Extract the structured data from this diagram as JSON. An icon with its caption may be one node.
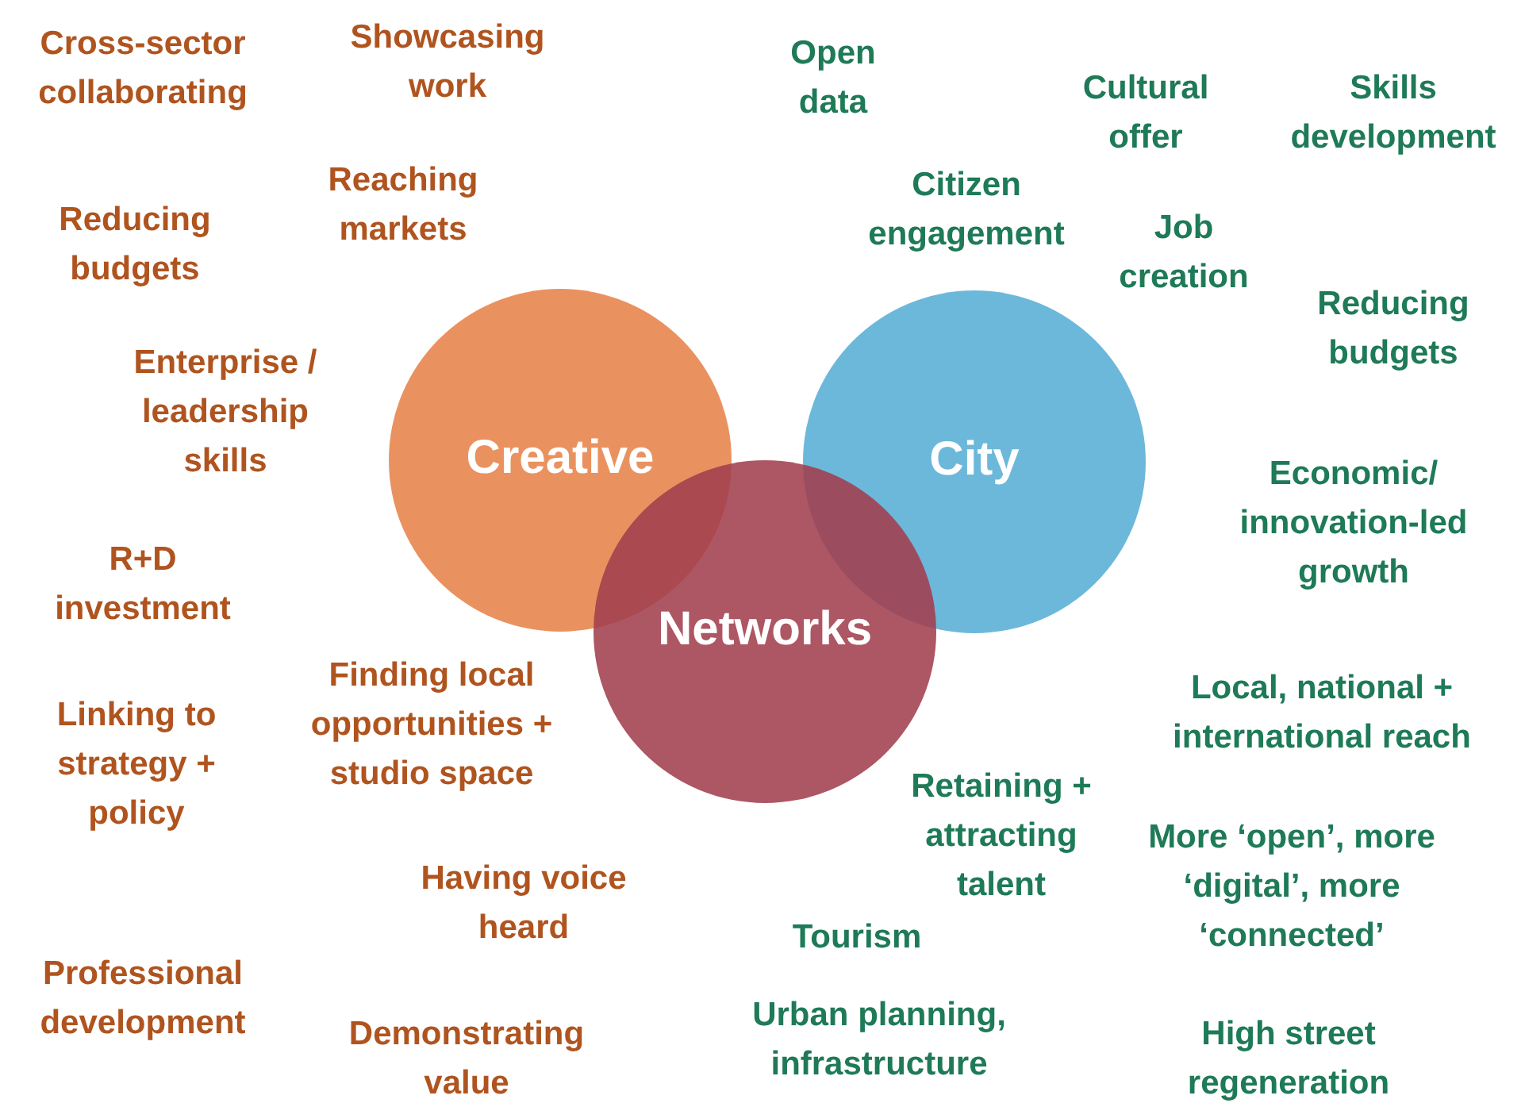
{
  "diagram": {
    "nodes": [
      {
        "text": [
          "Creative"
        ]
      },
      {
        "text": [
          "City"
        ]
      },
      {
        "text": [
          "Networks"
        ]
      }
    ],
    "labels": [
      "Cross-sector collaborating",
      "Showcasing work",
      "Open data",
      "Cultural offer",
      "Skills development",
      "Reaching markets",
      "Citizen engagement",
      "Reducing budgets",
      "Job creation",
      "Reducing budgets",
      "Enterprise / leadership skills",
      "Economic/ innovation-led growth",
      "R+D investment",
      "Finding local opportunities + studio space",
      "Local, national + international reach",
      "Linking to strategy + policy",
      "Retaining + attracting talent",
      "More ‘open’, more ‘digital’, more ‘connected’",
      "Having voice heard",
      "Tourism",
      "Professional development",
      "Demonstrating value",
      "Urban planning, infrastructure",
      "High street regeneration"
    ]
  }
}
